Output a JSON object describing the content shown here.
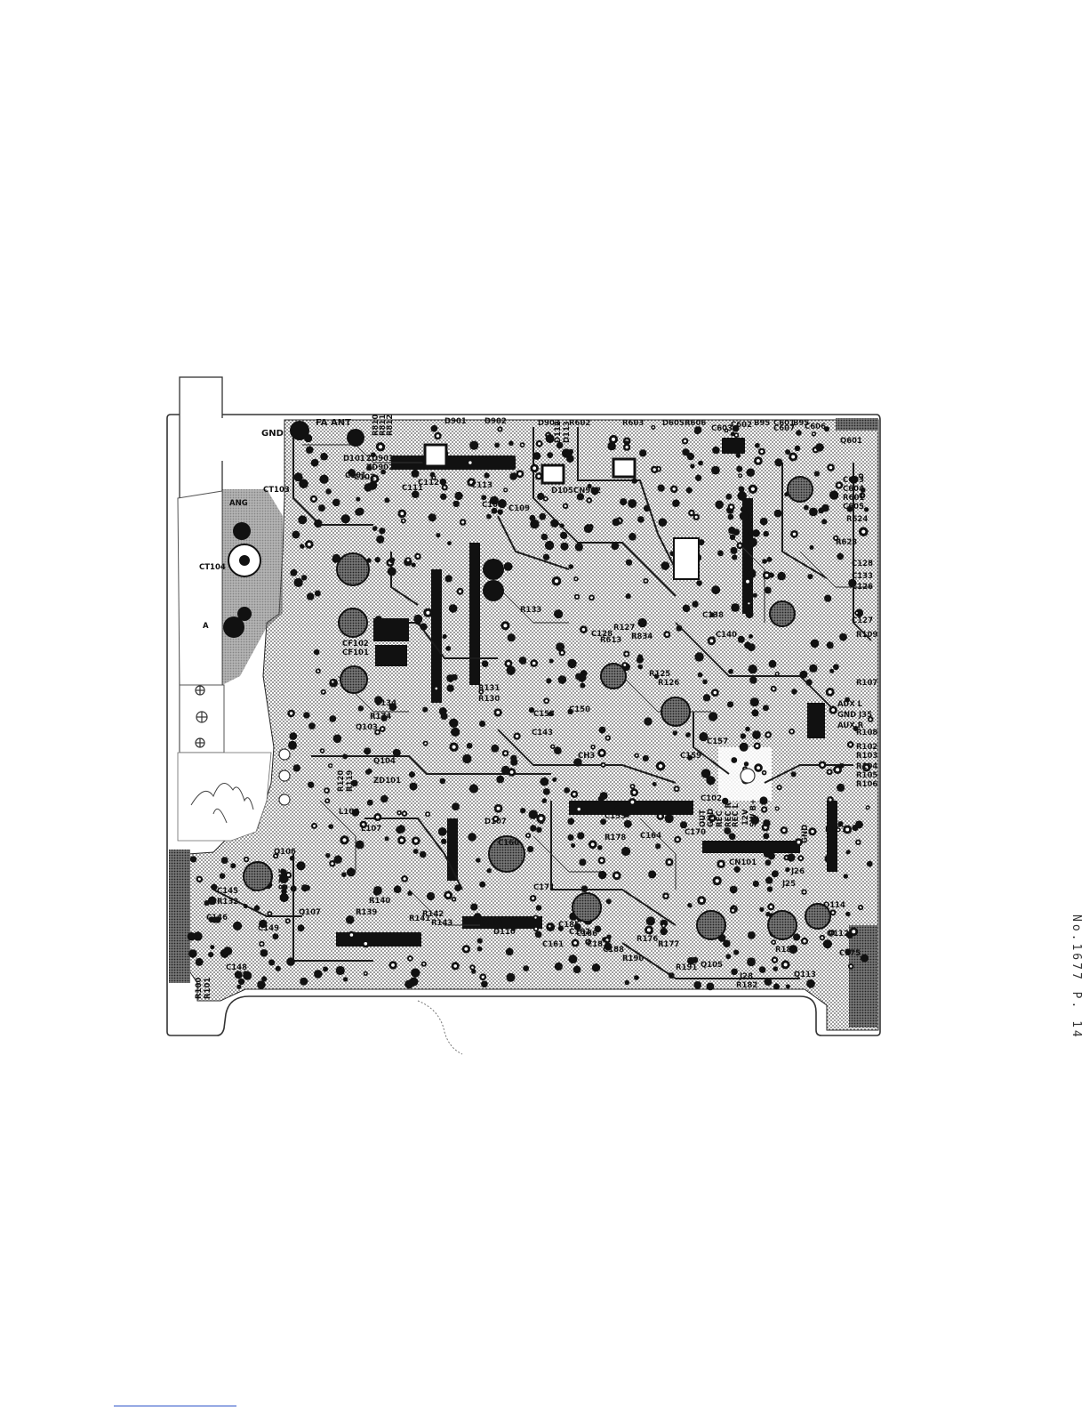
{
  "page": {
    "side_note": "No.1677  P. 14"
  },
  "board": {
    "connector_labels": [
      "GND",
      "FA",
      "ANT",
      "ANG",
      "A",
      "CT103",
      "CT104"
    ],
    "top_row_labels": [
      "D901",
      "D902",
      "D903",
      "R602",
      "R603",
      "D605",
      "R606",
      "C603",
      "C602",
      "B95",
      "C601",
      "B95",
      "C607",
      "C606",
      "Q601",
      "R810",
      "R811",
      "R812",
      "D112",
      "D113"
    ],
    "upper_left_labels": [
      "ZD901",
      "ZD902",
      "D101",
      "C101",
      "C102",
      "CF101",
      "CF102",
      "ZD101",
      "R120",
      "R119",
      "Q104",
      "Q103",
      "C134",
      "D105",
      "CN902",
      "C108",
      "C109",
      "C111",
      "C112",
      "C113"
    ],
    "right_column_labels": [
      "C603",
      "C604",
      "R601",
      "C605",
      "R624",
      "R623",
      "C128",
      "C133",
      "C126",
      "C127",
      "R102",
      "R103",
      "R104",
      "R105",
      "R106",
      "R107",
      "R108",
      "R109"
    ],
    "aux_labels": [
      "AUX L",
      "GND",
      "J35",
      "AUX R"
    ],
    "middle_labels": [
      "R131",
      "R130",
      "R133",
      "R127",
      "R125",
      "R126",
      "CH3",
      "C143",
      "C159",
      "C157",
      "R174",
      "D107",
      "R834",
      "C128",
      "R613",
      "C138",
      "C140",
      "C150",
      "C153",
      "C155",
      "C160",
      "C161",
      "C162",
      "C164",
      "C170",
      "C171"
    ],
    "connector_strip_labels": [
      "OUT",
      "GND",
      "REC",
      "REC R",
      "REC L",
      "12V",
      "SW B+",
      "GND",
      "CN101",
      "C102"
    ],
    "lower_left_labels": [
      "L107",
      "L108",
      "Q106",
      "C145",
      "R132",
      "C146",
      "C148",
      "R100",
      "R101",
      "Q107",
      "R145",
      "R139",
      "R140",
      "R141",
      "R142",
      "R143",
      "C149",
      "D109",
      "D110"
    ],
    "lower_right_labels": [
      "Q114",
      "Q112",
      "C175",
      "Q113",
      "R180",
      "R182",
      "J28",
      "Q105",
      "R176",
      "R177",
      "R178",
      "C185",
      "C186",
      "C187",
      "C188",
      "R190",
      "R191",
      "J25",
      "J26",
      "R157"
    ]
  }
}
